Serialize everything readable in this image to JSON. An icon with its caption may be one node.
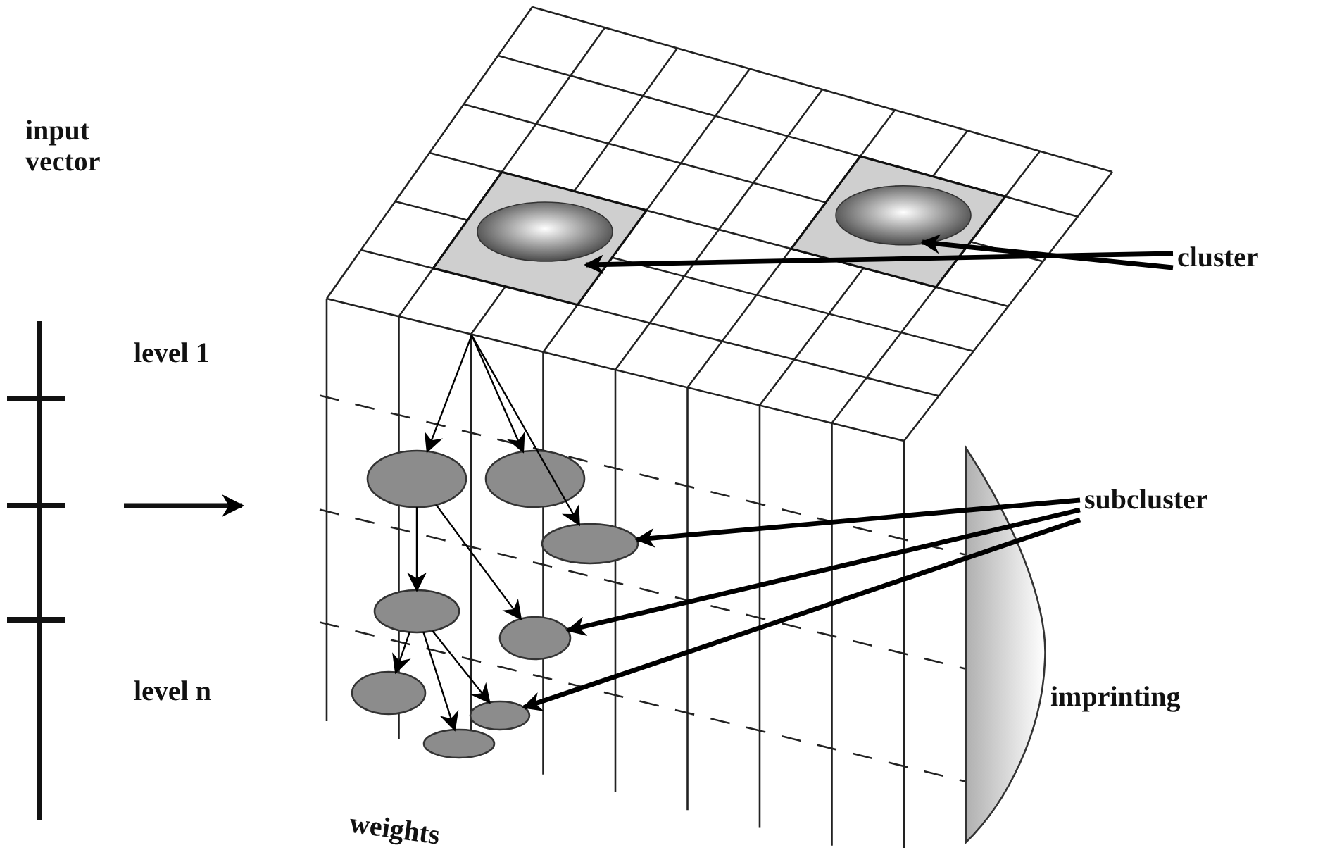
{
  "diagram": {
    "nodes": [
      {
        "text": [
          "cluster"
        ]
      },
      {
        "text": [],
        "shape": "box"
      },
      {
        "text": [],
        "shape": "box"
      },
      {
        "text": [
          "subcluster"
        ]
      },
      {
        "text": [],
        "shape": "ellipse"
      },
      {
        "text": [],
        "shape": "ellipse"
      },
      {
        "text": [],
        "shape": "ellipse"
      },
      {
        "text": [],
        "shape": "ellipse"
      },
      {
        "text": [],
        "shape": "ellipse"
      },
      {
        "text": [],
        "shape": "ellipse"
      },
      {
        "text": [],
        "shape": "ellipse"
      },
      {
        "text": [],
        "shape": "ellipse"
      }
    ],
    "edges": [
      {
        "from": 0,
        "to": 1,
        "arrow": "to",
        "style": "thick"
      },
      {
        "from": 0,
        "to": 2,
        "arrow": "to",
        "style": "thick"
      },
      {
        "from": 3,
        "to": 6,
        "arrow": "to",
        "style": "thick"
      },
      {
        "from": 3,
        "to": 8,
        "arrow": "to",
        "style": "thick"
      },
      {
        "from": 3,
        "to": 10,
        "arrow": "to",
        "style": "thick"
      },
      {
        "from": null,
        "to": 4,
        "arrow": "to"
      },
      {
        "from": null,
        "to": 5,
        "arrow": "to"
      },
      {
        "from": null,
        "to": 6,
        "arrow": "to"
      },
      {
        "from": 4,
        "to": 7,
        "arrow": "to"
      },
      {
        "from": 4,
        "to": 8,
        "arrow": "to"
      },
      {
        "from": 7,
        "to": 9,
        "arrow": "to"
      },
      {
        "from": 7,
        "to": 11,
        "arrow": "to"
      },
      {
        "from": 7,
        "to": 10,
        "arrow": "to"
      }
    ],
    "labels": [
      "input vector",
      "level 1",
      "level n",
      "weights",
      "imprinting"
    ]
  }
}
